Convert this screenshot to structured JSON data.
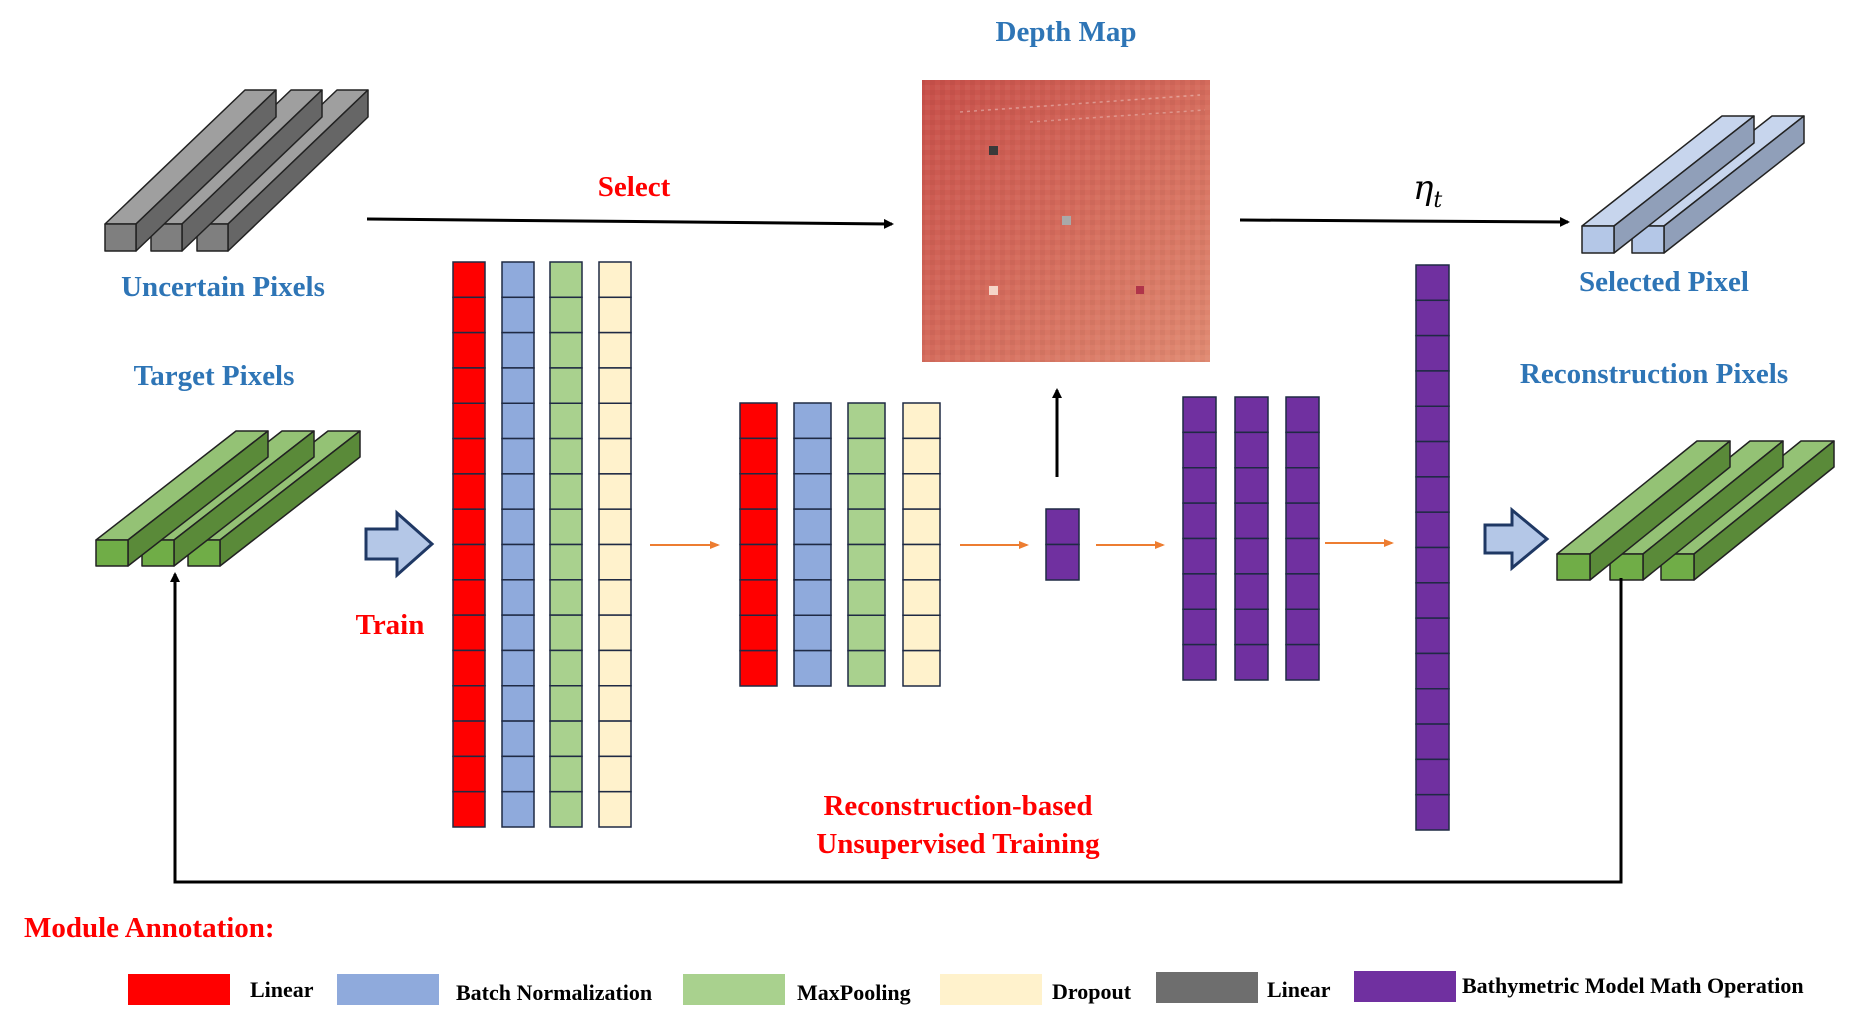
{
  "labels": {
    "depth_map": "Depth Map",
    "uncertain_pixels": "Uncertain Pixels",
    "target_pixels": "Target Pixels",
    "selected_pixel": "Selected Pixel",
    "reconstruction_pixels": "Reconstruction Pixels",
    "select": "Select",
    "train": "Train",
    "eta_symbol": "η",
    "eta_subscript": "t",
    "training_line1": "Reconstruction-based",
    "training_line2": "Unsupervised Training",
    "module_annotation": "Module  Annotation:"
  },
  "legend": [
    {
      "label": "Linear",
      "color": "#FF0000"
    },
    {
      "label": "Batch Normalization",
      "color": "#8FAADC"
    },
    {
      "label": "MaxPooling",
      "color": "#A9D18E"
    },
    {
      "label": "Dropout",
      "color": "#FFF2CC"
    },
    {
      "label": "Linear",
      "color": "#6E6E6E"
    },
    {
      "label": "Bathymetric Model Math Operation",
      "color": "#7030A0"
    }
  ],
  "colors": {
    "linear": "#FF0000",
    "batch_norm": "#8FAADC",
    "maxpool": "#A9D18E",
    "dropout": "#FFF2CC",
    "gray_linear": "#7F7F7F",
    "bathymetric": "#7030A0",
    "label_blue": "#2E75B6",
    "label_red": "#FF0000",
    "flow_arrow": "#ED7D31",
    "depth_map": "#D36A5C"
  }
}
